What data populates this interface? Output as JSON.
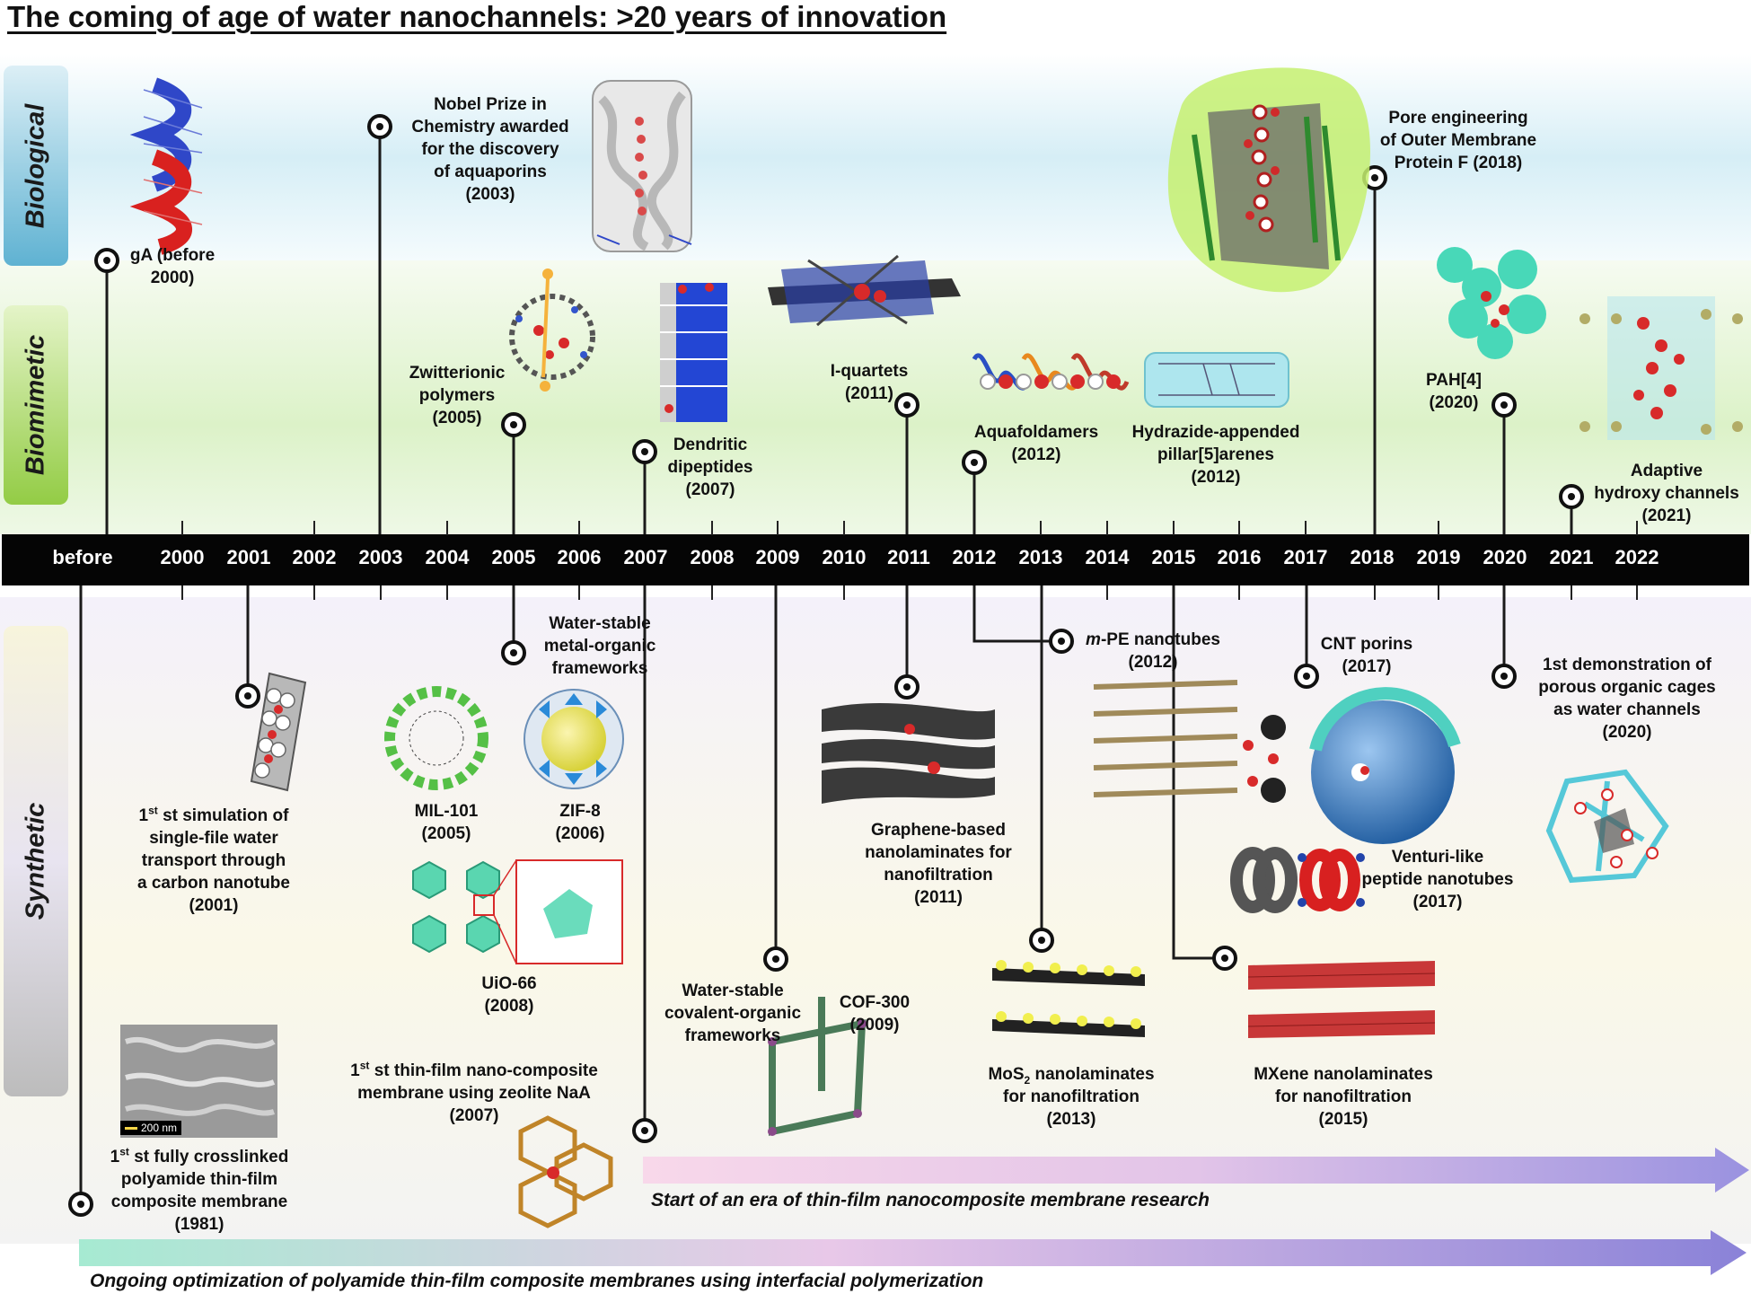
{
  "title": "The coming of age of water nanochannels: >20 years of innovation",
  "categories": {
    "biological": "Biological",
    "biomimetic": "Biomimetic",
    "synthetic": "Synthetic"
  },
  "axis_years": [
    "before",
    "2000",
    "2001",
    "2002",
    "2003",
    "2004",
    "2005",
    "2006",
    "2007",
    "2008",
    "2009",
    "2010",
    "2011",
    "2012",
    "2013",
    "2014",
    "2015",
    "2016",
    "2017",
    "2018",
    "2019",
    "2020",
    "2021",
    "2022"
  ],
  "milestones": {
    "ga": [
      "gA (before",
      "2000)"
    ],
    "nobel": [
      "Nobel Prize in",
      "Chemistry awarded",
      "for the discovery",
      "of aquaporins",
      "(2003)"
    ],
    "ompf": [
      "Pore engineering",
      "of Outer Membrane",
      "Protein F (2018)"
    ],
    "zwitterionic": [
      "Zwitterionic",
      "polymers",
      "(2005)"
    ],
    "dendritic": [
      "Dendritic",
      "dipeptides",
      "(2007)"
    ],
    "iquartets": [
      "I-quartets",
      "(2011)"
    ],
    "aquafoldamers": [
      "Aquafoldamers",
      "(2012)"
    ],
    "hydrazide": [
      "Hydrazide-appended",
      "pillar[5]arenes",
      "(2012)"
    ],
    "pah": [
      "PAH[4]",
      "(2020)"
    ],
    "adaptive": [
      "Adaptive",
      "hydroxy channels",
      "(2021)"
    ],
    "cnt_sim": [
      "st simulation of",
      "single-file water",
      "transport through",
      "a carbon nanotube",
      "(2001)"
    ],
    "wsmof": [
      "Water-stable",
      "metal-organic",
      "frameworks"
    ],
    "mil101": [
      "MIL-101",
      "(2005)"
    ],
    "zif8": [
      "ZIF-8",
      "(2006)"
    ],
    "uio66": [
      "UiO-66",
      "(2008)"
    ],
    "tfn": [
      "st thin-film nano-composite",
      "membrane using zeolite NaA",
      "(2007)"
    ],
    "pa_tfc": [
      "st fully crosslinked",
      "polyamide thin-film",
      "composite membrane",
      "(1981)"
    ],
    "wscof": [
      "Water-stable",
      "covalent-organic",
      "frameworks"
    ],
    "cof300": [
      "COF-300",
      "(2009)"
    ],
    "graphene": [
      "Graphene-based",
      "nanolaminates for",
      "nanofiltration",
      "(2011)"
    ],
    "mpe": [
      "m",
      "-PE nanotubes",
      "(2012)"
    ],
    "mos2": [
      "MoS",
      "2",
      " nanolaminates",
      "for nanofiltration",
      "(2013)"
    ],
    "cnt_porins": [
      "CNT porins",
      "(2017)"
    ],
    "venturi": [
      "Venturi-like",
      "peptide nanotubes",
      "(2017)"
    ],
    "mxene": [
      "MXene nanolaminates",
      "for nanofiltration",
      "(2015)"
    ],
    "pocs": [
      "1st demonstration of",
      "porous organic cages",
      "as water channels",
      "(2020)"
    ],
    "ordinal": "1",
    "ordinal_suffix": "st"
  },
  "scale_bar": "200 nm",
  "arrows": {
    "tfn_era": "Start of an era of thin-film nanocomposite membrane research",
    "pa_optimization": "Ongoing optimization of polyamide thin-film composite membranes using interfacial polymerization"
  },
  "colors": {
    "axis": "#050505",
    "arrow_start": "#a8e8cf",
    "arrow_mid": "#e6c7e8",
    "arrow_end": "#8f88de"
  }
}
